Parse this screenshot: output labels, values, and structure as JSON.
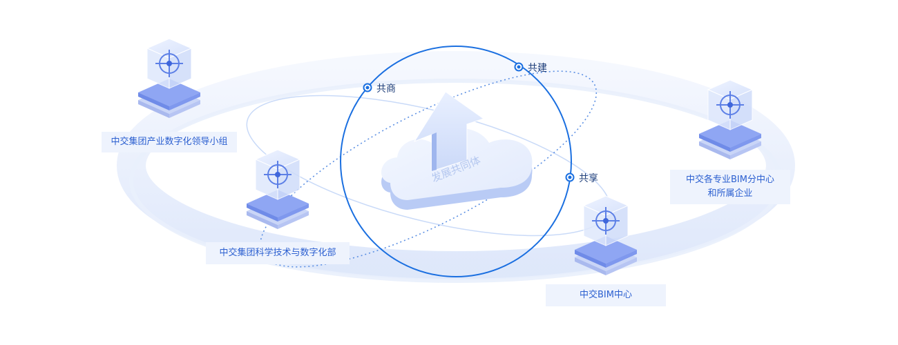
{
  "center": {
    "text": "发展共同体"
  },
  "keywords": {
    "gongshang": "共商",
    "gongjian": "共建",
    "gongxiang": "共享"
  },
  "nodes": {
    "leadership": "中交集团产业数字化领导小组",
    "science": "中交集团科学技术与数字化部",
    "bim_center": "中交BIM中心",
    "branches_line1": "中交各专业BIM分中心",
    "branches_line2": "和所属企业"
  },
  "colors": {
    "accent": "#1a6fe0",
    "label_bg": "#eef3fd",
    "label_text": "#2b5fd0",
    "ring": "#dfe8fb"
  },
  "icons": {
    "node": "crosshair-cube-icon",
    "center": "cloud-arrow-icon"
  }
}
